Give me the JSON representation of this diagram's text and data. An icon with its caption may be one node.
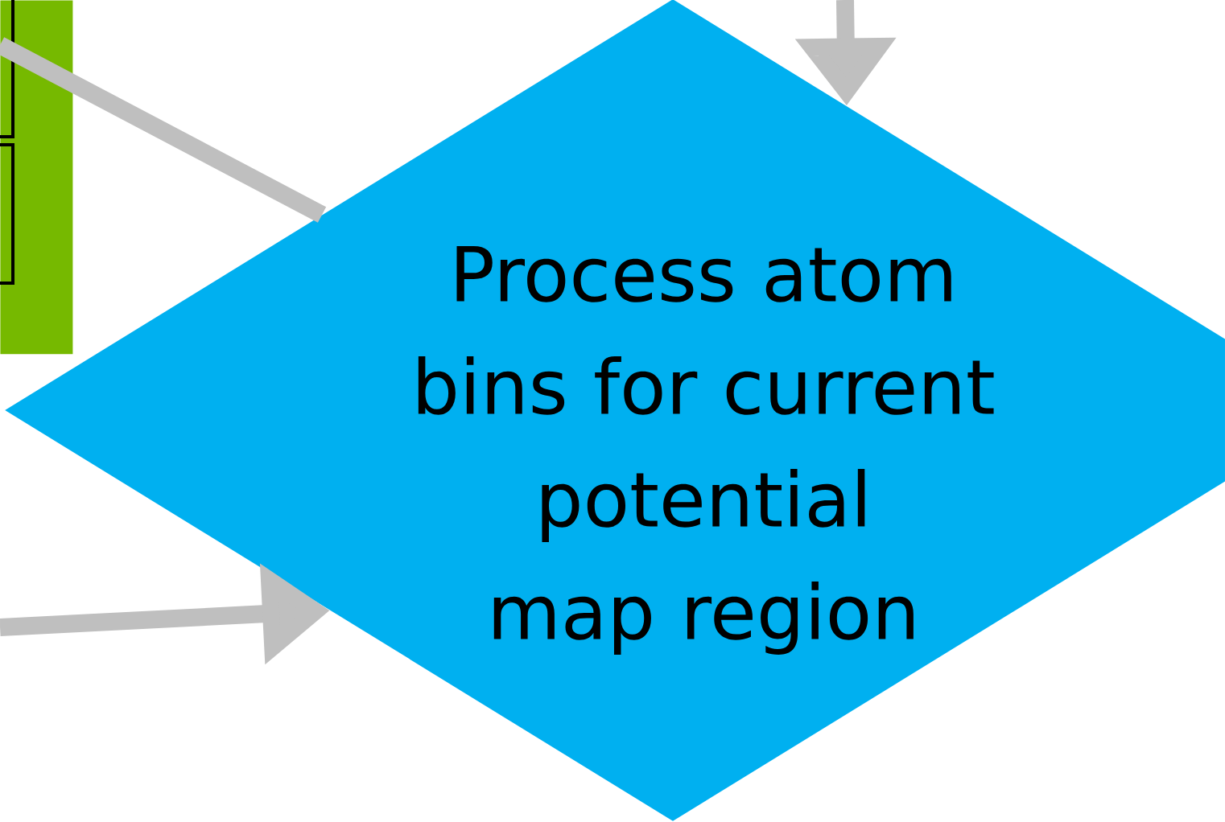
{
  "diagram": {
    "nodes": [
      {
        "text": [],
        "shape": "box"
      },
      {
        "text": [
          "Process atom bins for current potential map region"
        ]
      }
    ],
    "edges": [
      {
        "from": 0,
        "to": 1,
        "arrow": "none"
      },
      {
        "from": null,
        "to": 1,
        "arrow": "to"
      },
      {
        "from": null,
        "to": 1,
        "arrow": "to"
      }
    ]
  }
}
